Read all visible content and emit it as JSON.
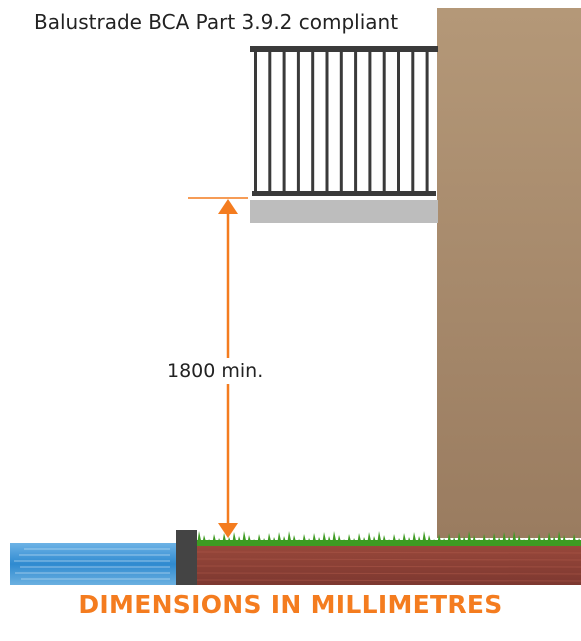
{
  "caption": "Balustrade BCA Part 3.9.2 compliant",
  "dimension_label": "1800 min.",
  "footer": "DIMENSIONS IN MILLIMETRES",
  "colors": {
    "accent": "#f47c1f",
    "wall": "#a8896a",
    "railing": "#3a3a3a",
    "slab": "#bdbdbd",
    "grass": "#3e9b22",
    "soil": "#8e3f34",
    "water": "#3a93d6",
    "edge_post": "#444444"
  }
}
